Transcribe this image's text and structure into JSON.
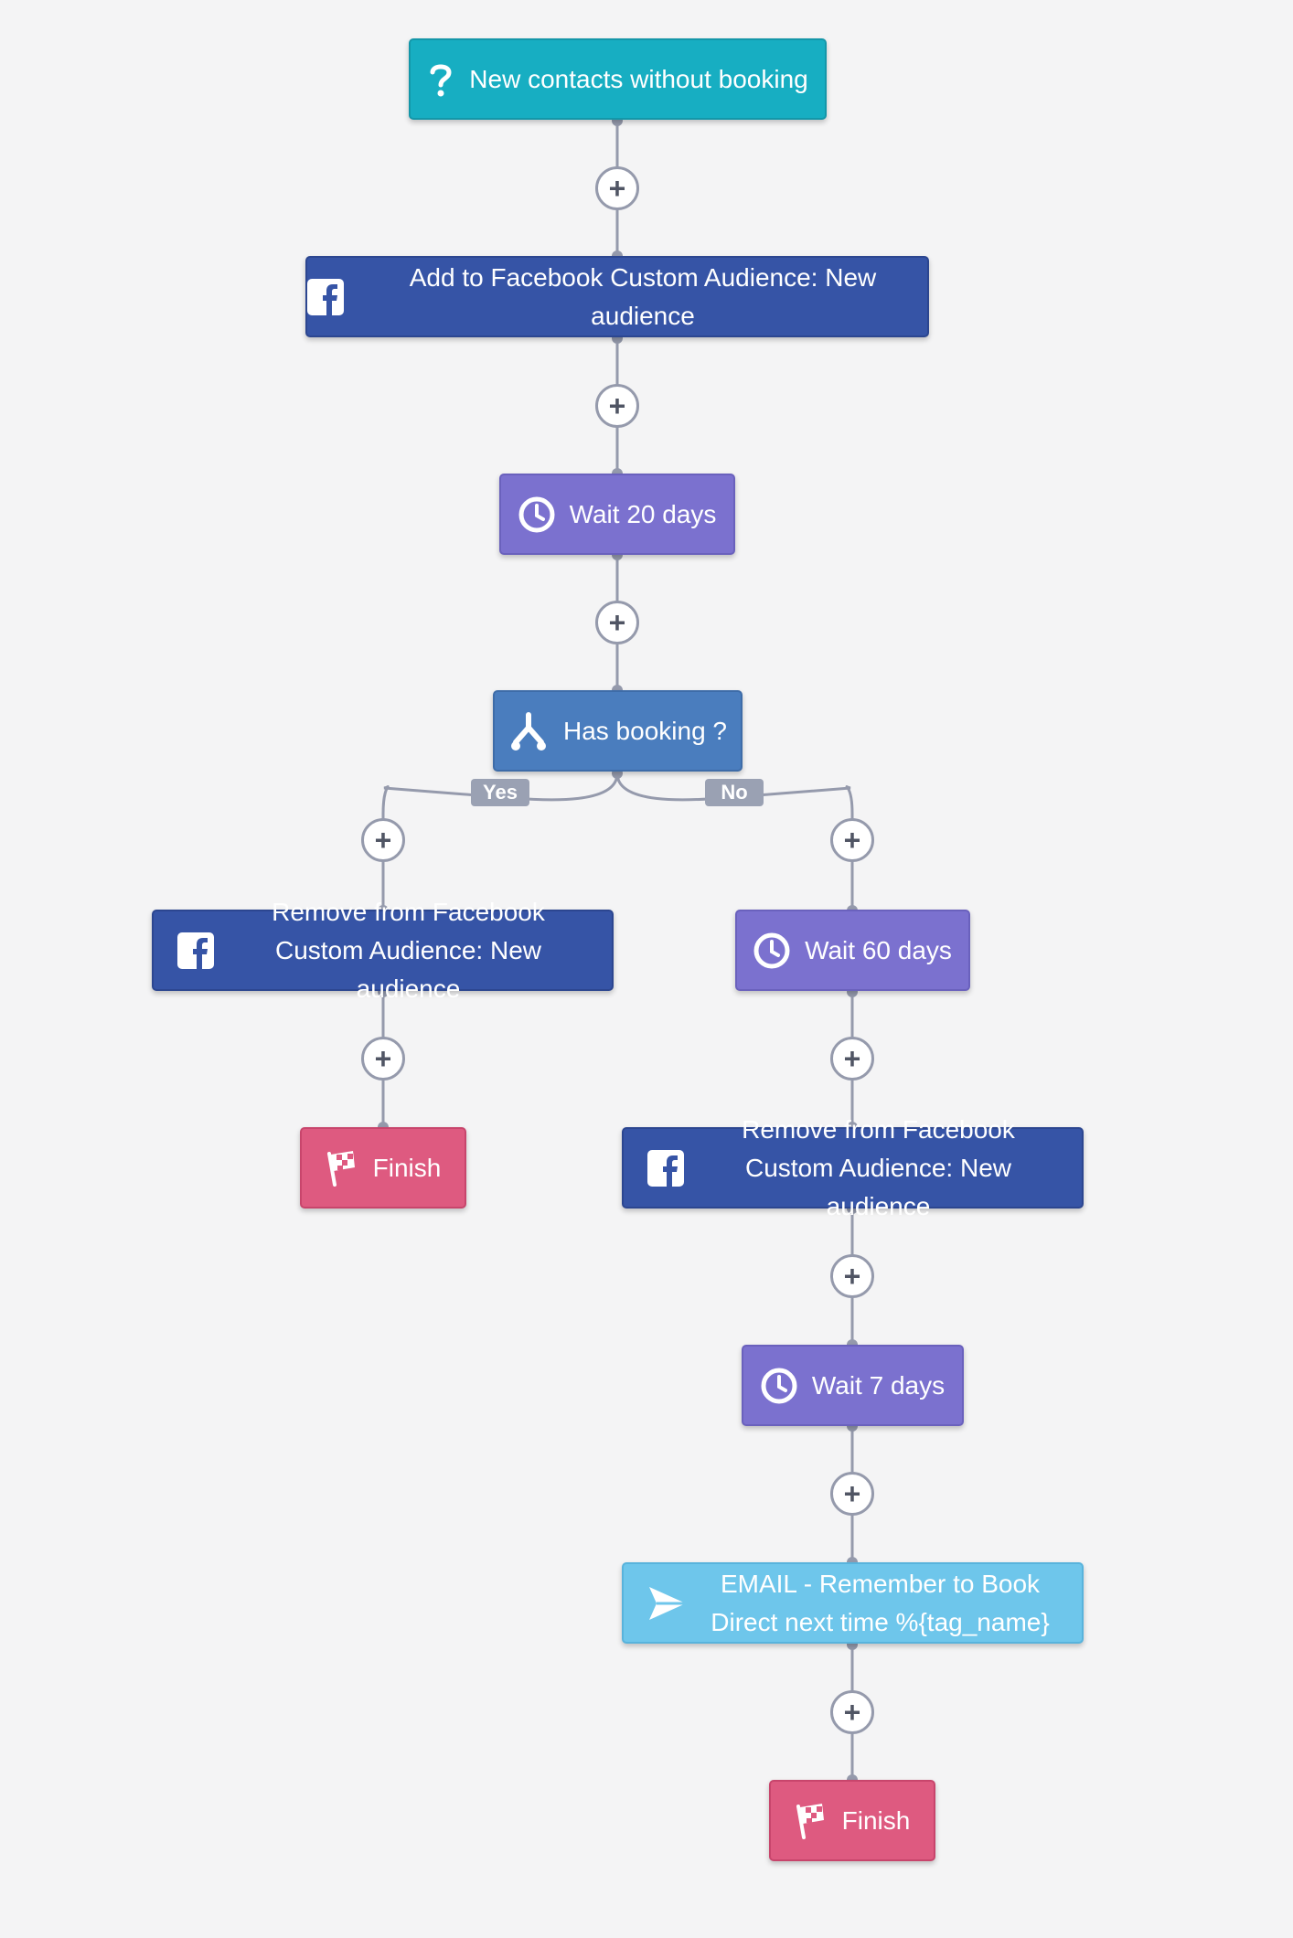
{
  "colors": {
    "trigger": "#17aec2",
    "facebook": "#3654a6",
    "wait": "#7b71cf",
    "condition": "#4a7dbe",
    "finish": "#de5a80",
    "email": "#6ec6eb",
    "connector": "#959aac",
    "background": "#f4f4f5"
  },
  "add_step_symbol": "+",
  "nodes": {
    "trigger": {
      "label": "New contacts without booking",
      "icon": "question-icon"
    },
    "fb_add": {
      "label": "Add to Facebook Custom Audience: New audience",
      "icon": "facebook-icon"
    },
    "wait_20": {
      "label": "Wait 20 days",
      "icon": "clock-icon"
    },
    "condition": {
      "label": "Has booking ?",
      "icon": "branch-icon"
    },
    "fb_remove_yes": {
      "label": "Remove from Facebook Custom Audience: New audience",
      "icon": "facebook-icon"
    },
    "finish_yes": {
      "label": "Finish",
      "icon": "checkered-flag-icon"
    },
    "wait_60": {
      "label": "Wait 60 days",
      "icon": "clock-icon"
    },
    "fb_remove_no": {
      "label": "Remove from Facebook Custom Audience: New audience",
      "icon": "facebook-icon"
    },
    "wait_7": {
      "label": "Wait 7 days",
      "icon": "clock-icon"
    },
    "email": {
      "label": "EMAIL - Remember to Book Direct next time %{tag_name}",
      "icon": "send-icon"
    },
    "finish_no": {
      "label": "Finish",
      "icon": "checkered-flag-icon"
    }
  },
  "branches": {
    "yes": "Yes",
    "no": "No"
  }
}
